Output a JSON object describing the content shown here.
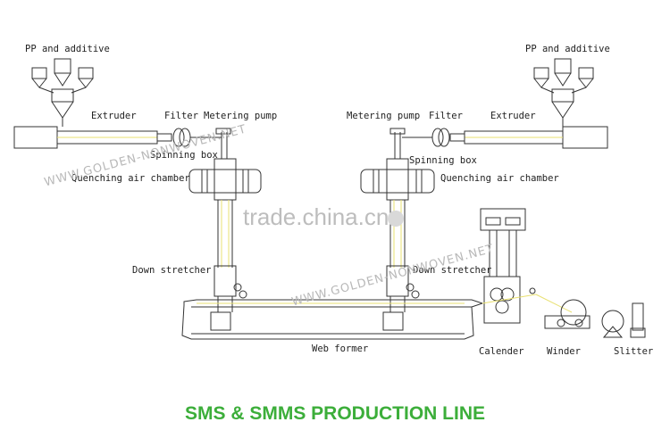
{
  "labels": {
    "pp_left": "PP and additive",
    "pp_right": "PP and additive",
    "extruder_left": "Extruder",
    "extruder_right": "Extruder",
    "filter_left": "Filter",
    "filter_right": "Filter",
    "metering_left": "Metering pump",
    "metering_right": "Metering pump",
    "spinning_left": "Spinning box",
    "spinning_right": "Spinning box",
    "quench_left": "Quenching air chamber",
    "quench_right": "Quenching air chamber",
    "stretch_left": "Down stretcher",
    "stretch_right": "Down stretcher",
    "web_former": "Web former",
    "calender": "Calender",
    "winder": "Winder",
    "slitter": "Slitter"
  },
  "watermarks": {
    "w1": "WWW.GOLDEN-NONWOVEN.NET",
    "w2": "WWW.GOLDEN-NONWOVEN.NET",
    "trade": "trade.china.cn"
  },
  "caption": "SMS & SMMS PRODUCTION LINE",
  "colors": {
    "caption": "#3cae3a",
    "line": "#333333",
    "flow": "#e8e070"
  }
}
